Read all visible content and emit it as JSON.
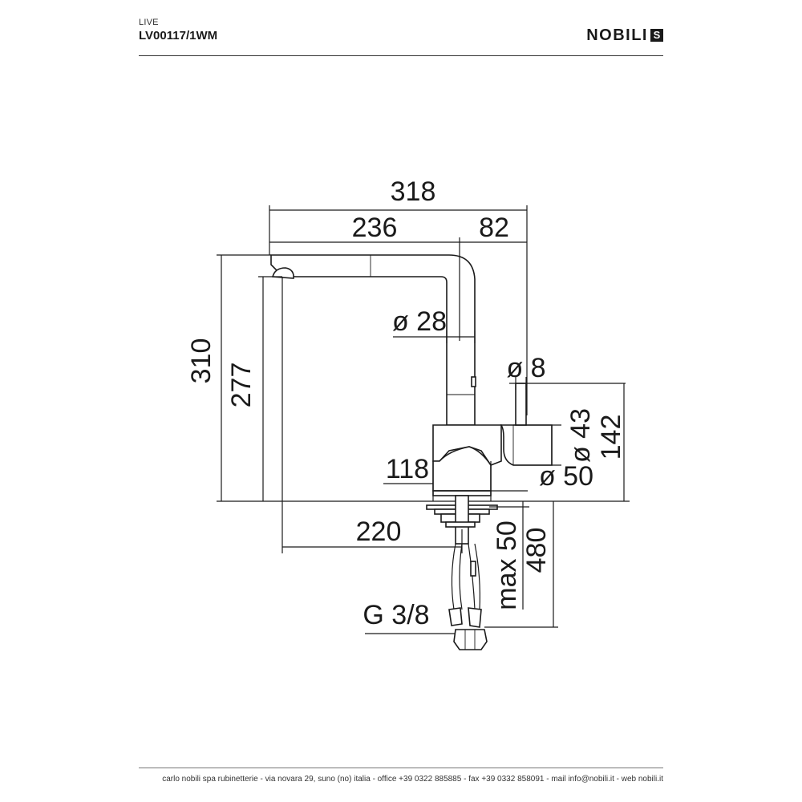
{
  "header": {
    "series": "LIVE",
    "product_code": "LV00117/1WM",
    "brand": "NOBILI",
    "brand_mark": "S"
  },
  "dimensions": {
    "total_width": "318",
    "spout_reach": "236",
    "handle_offset": "82",
    "spout_diameter": "ø 28",
    "lever_diameter": "ø 8",
    "total_height": "310",
    "spout_height": "277",
    "body_diameter": "ø 43",
    "body_height": "142",
    "body_width": "118",
    "base_diameter": "ø 50",
    "deck_reach": "220",
    "max_deck_thickness": "max 50",
    "hose_length": "480",
    "connection_thread": "G 3/8"
  },
  "footer": {
    "text": "carlo nobili spa rubinetterie - via novara 29, suno (no) italia - office +39 0322 885885 - fax +39 0332 858091 - mail info@nobili.it - web nobili.it"
  }
}
